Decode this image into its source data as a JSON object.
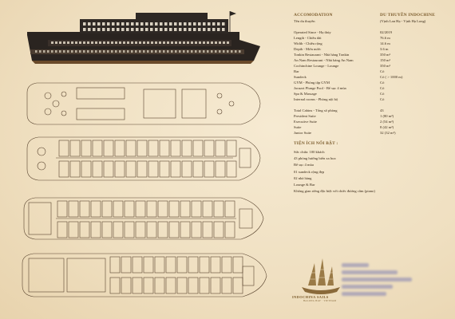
{
  "spec": {
    "header_left": "ACCOMODATION",
    "header_right": "DU THUYỀN INDOCHINE",
    "subheader_left": "Tên du thuyền",
    "subheader_right": "(Vịnh Lan Hạ - Vịnh Hạ Long)",
    "rows1": [
      {
        "k": "Operated Since - Hạ thủy",
        "v": "02/2019"
      },
      {
        "k": "Length - Chiều dài",
        "v": "76.6 m"
      },
      {
        "k": "Width - Chiều rộng",
        "v": "14.6 m"
      },
      {
        "k": "Depth - Mớn nước",
        "v": "3.6 m"
      },
      {
        "k": "Tonkin Restaurant - Nhà hàng Tonkin",
        "v": "350 m²"
      },
      {
        "k": "An Nam Restaurant - Nhà hàng An Nam",
        "v": "150 m²"
      },
      {
        "k": "Cochinchine Lounge - Lounge",
        "v": "350 m²"
      },
      {
        "k": "Bar",
        "v": "Có"
      },
      {
        "k": "Sundeck",
        "v": "Có ( > 1000 m)"
      },
      {
        "k": "GYM - Phòng tập GYM",
        "v": "Có"
      },
      {
        "k": "Jacuzzi Plunge Pool - Bể sục 4 mùa",
        "v": "Có"
      },
      {
        "k": "Spa & Massage",
        "v": "Có"
      },
      {
        "k": "Internal rooms - Phòng nội bộ",
        "v": "Có"
      }
    ],
    "rows2": [
      {
        "k": "Total Cabins - Tổng số phòng",
        "v": "43"
      },
      {
        "k": "President Suite",
        "v": "1 (80 m²)"
      },
      {
        "k": "Executive Suite",
        "v": "2 (54 m²)"
      },
      {
        "k": "Suite",
        "v": "8 (42 m²)"
      },
      {
        "k": "Junior Suite",
        "v": "32 (32 m²)"
      }
    ],
    "amenities_title": "TIỆN ÍCH NỔI BẬT :",
    "amenities": [
      "Sức chứa: 100 khách",
      "43 phòng hướng biển xa hoa",
      "Bể sục 4 mùa",
      "01 sundeck rộng đẹp",
      "02 nhà hàng",
      "Lounge & Bar",
      "Không gian riêng đặc biệt với chiếc đương cầm (piano)"
    ]
  },
  "logo": {
    "brand": "INDOCHINA SAILS",
    "tagline": "HALONG BAY · VIETNAM"
  },
  "colors": {
    "accent": "#7a5a2a",
    "ink": "#3a2a18",
    "paper": "#f1e3c7"
  }
}
